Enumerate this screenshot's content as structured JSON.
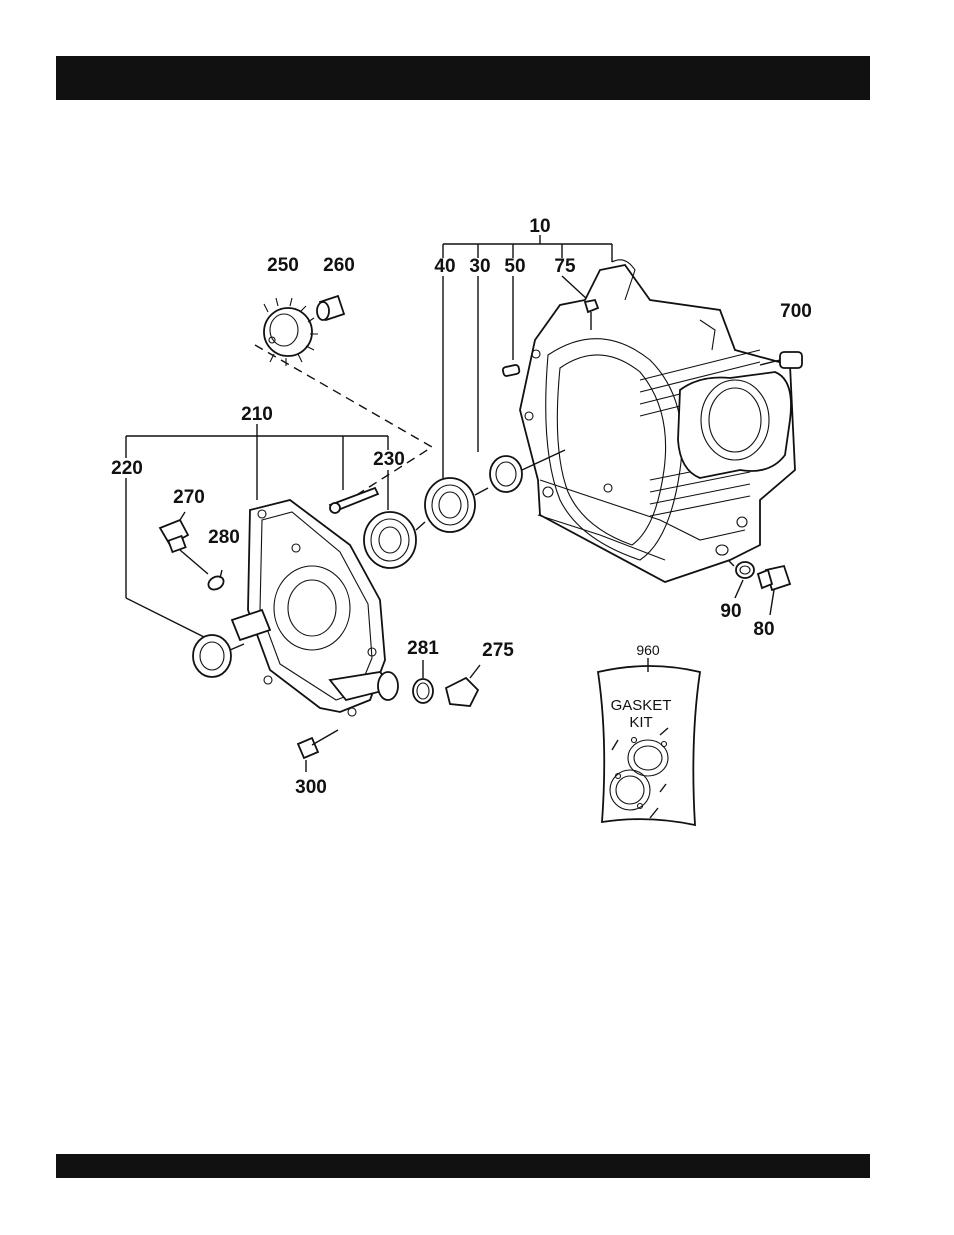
{
  "header_bar": {},
  "footer_bar": {},
  "diagram": {
    "callouts": {
      "c10": "10",
      "c40": "40",
      "c30": "30",
      "c50": "50",
      "c75": "75",
      "c700": "700",
      "c250": "250",
      "c260": "260",
      "c210": "210",
      "c220": "220",
      "c230": "230",
      "c270": "270",
      "c280": "280",
      "c90": "90",
      "c80": "80",
      "c281": "281",
      "c275": "275",
      "c300": "300",
      "c960": "960"
    },
    "gasket_kit": {
      "line1": "GASKET",
      "line2": "KIT"
    }
  }
}
